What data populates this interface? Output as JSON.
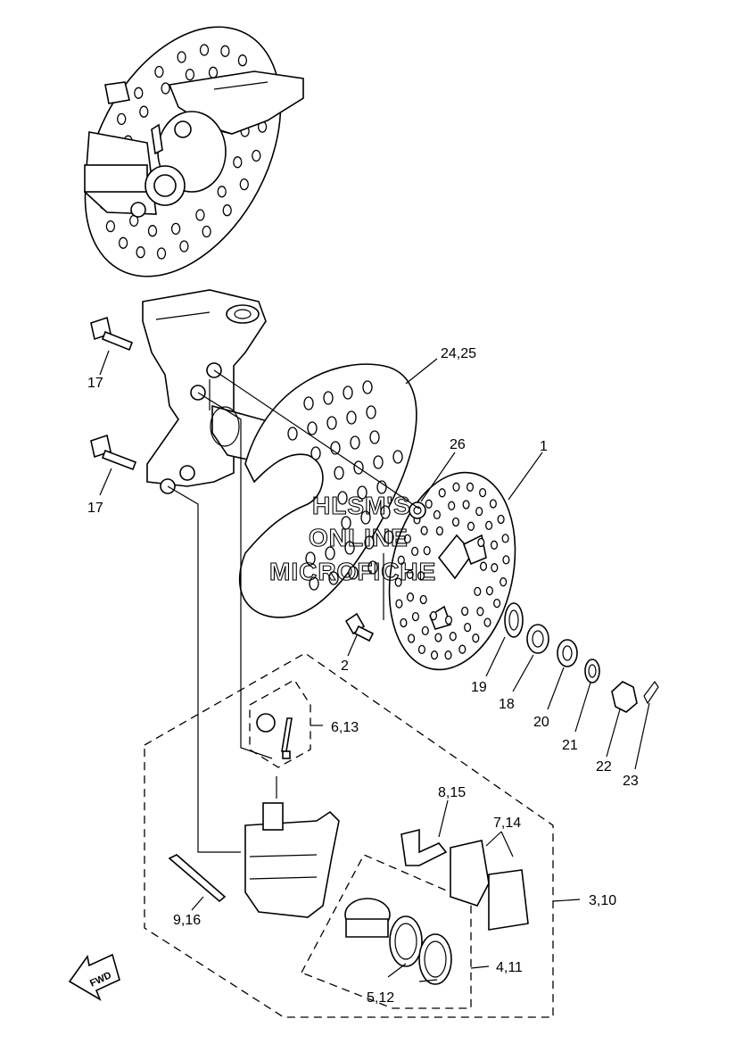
{
  "callouts": {
    "c17a": "17",
    "c17b": "17",
    "c2425": "24,25",
    "c26": "26",
    "c1": "1",
    "c2": "2",
    "c19": "19",
    "c18": "18",
    "c20": "20",
    "c21": "21",
    "c22": "22",
    "c23": "23",
    "c613": "6,13",
    "c815": "8,15",
    "c714": "7,14",
    "c310": "3,10",
    "c916": "9,16",
    "c411": "4,11",
    "c512": "5,12"
  },
  "watermark": {
    "line1": "HLSM'S",
    "line2": "ONLINE",
    "line3": "MICROFICHE"
  },
  "fwd_label": "FWD"
}
